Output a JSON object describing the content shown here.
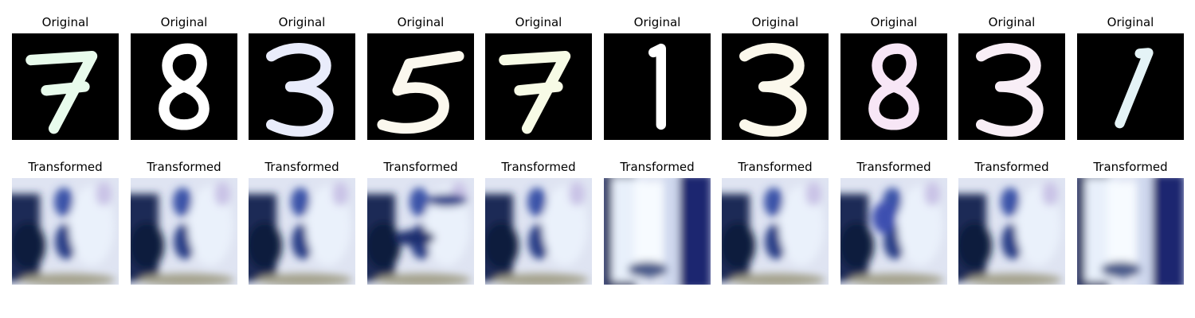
{
  "original_label": "Original",
  "transformed_label": "Transformed",
  "panels": [
    {
      "digit": "7",
      "color": "#e8fbec",
      "variant": "a"
    },
    {
      "digit": "8",
      "color": "#ffffff",
      "variant": "a"
    },
    {
      "digit": "3",
      "color": "#e9ecfb",
      "variant": "a"
    },
    {
      "digit": "5",
      "color": "#fbf8ee",
      "variant": "c"
    },
    {
      "digit": "7",
      "color": "#f7fbe6",
      "variant": "a"
    },
    {
      "digit": "1",
      "color": "#ffffff",
      "variant": "b"
    },
    {
      "digit": "3",
      "color": "#fbf8ec",
      "variant": "a"
    },
    {
      "digit": "8",
      "color": "#f7e6f6",
      "variant": "d"
    },
    {
      "digit": "3",
      "color": "#f8eef6",
      "variant": "a"
    },
    {
      "digit": "1",
      "color": "#e4f3f6",
      "variant": "b"
    }
  ]
}
